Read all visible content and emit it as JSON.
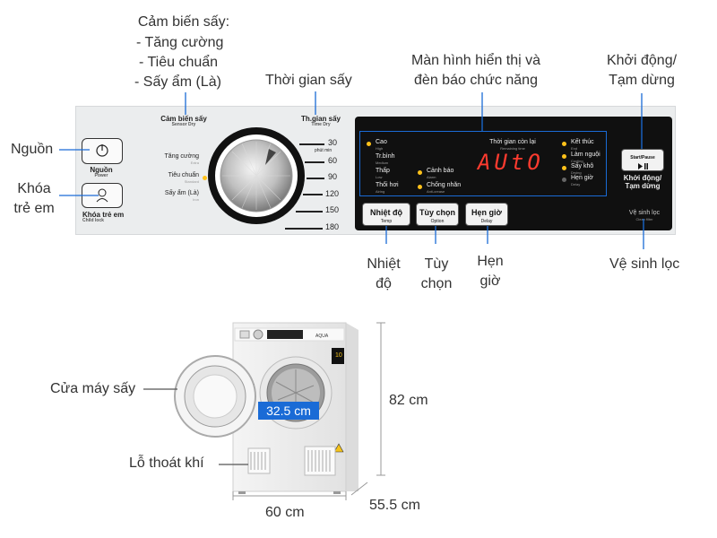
{
  "labels": {
    "sensor_title": "Cảm biến sấy:",
    "sensor_opt1": "- Tăng cường",
    "sensor_opt2": "- Tiêu chuẩn",
    "sensor_opt3": "- Sấy ẩm (Là)",
    "dry_time": "Thời gian sấy",
    "display": "Màn hình hiển thị và\nđèn báo chức năng",
    "start_pause": "Khởi động/\nTạm dừng",
    "power": "Nguồn",
    "child_lock": "Khóa\ntrẻ em",
    "temp": "Nhiệt\nđộ",
    "option": "Tùy\nchọn",
    "timer": "Hẹn\ngiờ",
    "filter_clean": "Vệ sinh lọc",
    "dryer_door": "Cửa máy sấy",
    "vent": "Lỗ thoát khí"
  },
  "panel": {
    "sensor_vi": "Cảm biến sấy",
    "sensor_en": "Sensor Dry",
    "time_vi": "Th.gian sấy",
    "time_en": "Time Dry",
    "power_vi": "Nguồn",
    "power_en": "Power",
    "childlock_vi": "Khóa trẻ em",
    "childlock_en": "Child lock",
    "extra_vi": "Tăng cường",
    "extra_en": "Extra",
    "standard_vi": "Tiêu chuẩn",
    "standard_en": "Standard",
    "iron_vi": "Sấy ẩm (Là)",
    "iron_en": "Iron",
    "times": [
      "30",
      "60",
      "90",
      "120",
      "150",
      "180"
    ],
    "time_unit": "phút min",
    "remaining_vi": "Thời gian còn lại",
    "remaining_en": "Remaining time",
    "display_text": "AUtO",
    "temp_high_vi": "Cao",
    "temp_high_en": "High",
    "temp_med_vi": "Tr.bình",
    "temp_med_en": "Medium",
    "temp_low_vi": "Thấp",
    "temp_low_en": "Low",
    "temp_air_vi": "Thổi hơi",
    "temp_air_en": "Airing",
    "alarm_vi": "Cảnh báo",
    "alarm_en": "Alarm",
    "anticrease_vi": "Chống nhăn",
    "anticrease_en": "Anti-crease",
    "end_vi": "Kết thúc",
    "end_en": "End",
    "cooling_vi": "Làm nguội",
    "cooling_en": "Cooling",
    "drying_vi": "Sấy khô",
    "drying_en": "Drying",
    "delay_vi": "Hẹn giờ",
    "delay_en": "Delay",
    "btn_temp_vi": "Nhiệt độ",
    "btn_temp_en": "Temp",
    "btn_option_vi": "Tùy chọn",
    "btn_option_en": "Option",
    "btn_delay_vi": "Hẹn giờ",
    "btn_delay_en": "Delay",
    "start_en": "Start/Pause",
    "start_vi": "Khởi động/\nTạm dừng",
    "clean_vi": "Vệ sinh lọc",
    "clean_en": "Clean filter"
  },
  "dimensions": {
    "height": "82 cm",
    "width": "60 cm",
    "depth": "55.5 cm",
    "door": "32.5 cm"
  },
  "colors": {
    "accent_blue": "#1a6bd6",
    "indicator_yellow": "#ffc21a",
    "display_red": "#ff3b2f"
  }
}
